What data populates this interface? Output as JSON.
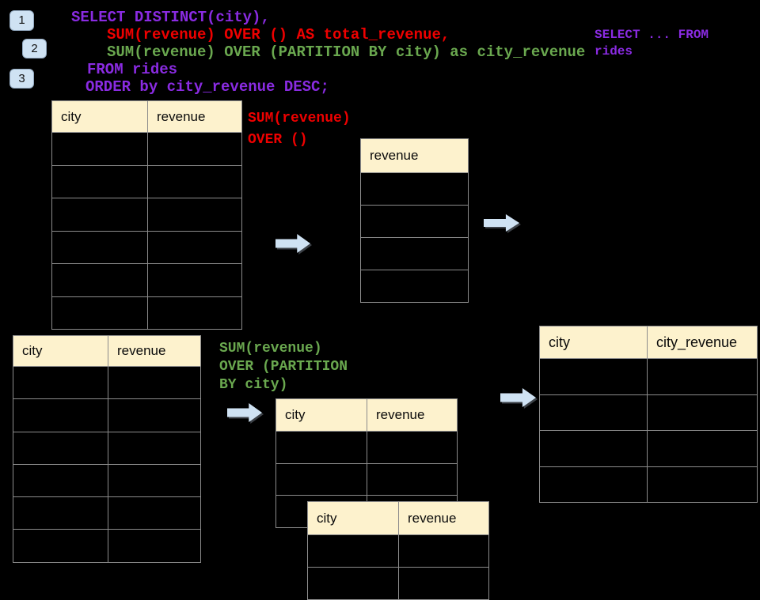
{
  "colors": {
    "purple": "#8a2be2",
    "red": "#ee0000",
    "green": "#6aa84f",
    "header_bg": "#fdf2cd",
    "arrow_fill": "#cfe2f3",
    "badge_bg": "#cfe2f3",
    "table_border": "#8c8c8c",
    "background": "#000000"
  },
  "badges": [
    {
      "label": "1"
    },
    {
      "label": "2"
    },
    {
      "label": "3"
    }
  ],
  "sql": {
    "lines": [
      {
        "text": "SELECT DISTINCT(city),",
        "color": "purple"
      },
      {
        "text": "SUM(revenue) OVER () AS total_revenue,",
        "color": "red"
      },
      {
        "text": "SUM(revenue) OVER (PARTITION BY city) as city_revenue",
        "color": "green"
      },
      {
        "text": "FROM rides",
        "color": "purple"
      },
      {
        "text": "ORDER by city_revenue DESC;",
        "color": "purple"
      }
    ]
  },
  "snippet": {
    "lines": [
      {
        "text": "SELECT ... FROM",
        "color": "purple"
      },
      {
        "text": "rides",
        "color": "purple"
      }
    ]
  },
  "labels": {
    "total": {
      "lines": [
        {
          "text": "SUM(revenue)",
          "color": "red"
        },
        {
          "text": "OVER ()",
          "color": "red"
        }
      ]
    },
    "partition": {
      "lines": [
        {
          "text": "SUM(revenue)",
          "color": "green"
        },
        {
          "text": "OVER (PARTITION",
          "color": "green"
        },
        {
          "text": "BY city)",
          "color": "green"
        }
      ]
    }
  },
  "tables": {
    "source_top": {
      "headers": [
        "city",
        "revenue"
      ],
      "rows": 6
    },
    "total_revenue": {
      "headers": [
        "revenue"
      ],
      "rows": 4
    },
    "source_bottom": {
      "headers": [
        "city",
        "revenue"
      ],
      "rows": 6
    },
    "partition_mid": {
      "headers": [
        "city",
        "revenue"
      ],
      "rows": 3
    },
    "partition_overlay": {
      "headers": [
        "city",
        "revenue"
      ],
      "rows": 2
    },
    "city_revenue": {
      "headers": [
        "city",
        "city_revenue"
      ],
      "rows": 4
    }
  }
}
